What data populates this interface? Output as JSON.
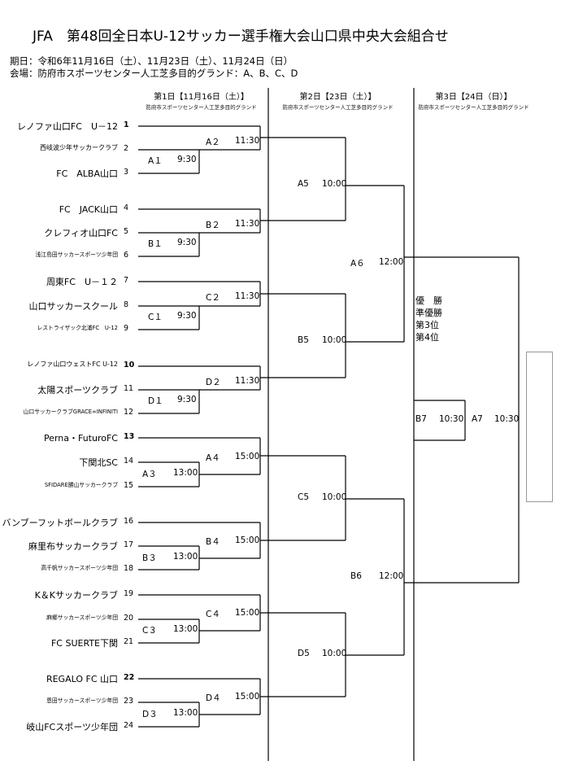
{
  "title": "JFA　第48回全日本U-12サッカー選手権大会山口県中央大会組合せ",
  "dates": "期日：令和6年11月16日（土）、11月23日（土）、11月24日（日）",
  "venue": "会場：防府市スポーツセンター人工芝多目的グランド：A、B、C、D",
  "rounds": [
    {
      "header": "第1日【11月16日（土）】",
      "sub": "防府市スポーツセンター人工芝多目的グランド"
    },
    {
      "header": "第2日【23日（土）】",
      "sub": "防府市スポーツセンター人工芝多目的グランド"
    },
    {
      "header": "第3日【24日（日）】",
      "sub": "防府市スポーツセンター人工芝多目的グランド"
    }
  ],
  "teams": [
    {
      "name": "レノファ山口FC　U－12",
      "num": "1",
      "seed": true
    },
    {
      "name": "西岐波少年サッカークラブ",
      "num": "2",
      "seed": false
    },
    {
      "name": "FC　ALBA山口",
      "num": "3",
      "seed": false
    },
    {
      "name": "FC　JACK山口",
      "num": "4",
      "seed": false
    },
    {
      "name": "クレフィオ山口FC",
      "num": "5",
      "seed": false
    },
    {
      "name": "浅江島田サッカースポーツ少年団",
      "num": "6",
      "seed": false
    },
    {
      "name": "周東FC　U－１２",
      "num": "7",
      "seed": false
    },
    {
      "name": "山口サッカースクール",
      "num": "8",
      "seed": false
    },
    {
      "name": "レストライザック北浦FC　U-12",
      "num": "9",
      "seed": false
    },
    {
      "name": "レノファ山口ウェストFC U-12",
      "num": "10",
      "seed": true
    },
    {
      "name": "太陽スポーツクラブ",
      "num": "11",
      "seed": false
    },
    {
      "name": "山口サッカークラブGRACE∞INFINITI",
      "num": "12",
      "seed": false
    },
    {
      "name": "Perna・FuturoFC",
      "num": "13",
      "seed": true
    },
    {
      "name": "下関北SC",
      "num": "14",
      "seed": false
    },
    {
      "name": "SFIDARE勝山サッカークラブ",
      "num": "15",
      "seed": false
    },
    {
      "name": "バンブーフットボールクラブ",
      "num": "16",
      "seed": false
    },
    {
      "name": "麻里布サッカークラブ",
      "num": "17",
      "seed": false
    },
    {
      "name": "高千帆サッカースポーツ少年団",
      "num": "18",
      "seed": false
    },
    {
      "name": "K＆Kサッカークラブ",
      "num": "19",
      "seed": false
    },
    {
      "name": "麻郷サッカースポーツ少年団",
      "num": "20",
      "seed": false
    },
    {
      "name": "FC SUERTE下関",
      "num": "21",
      "seed": false
    },
    {
      "name": "REGALO FC 山口",
      "num": "22",
      "seed": true
    },
    {
      "name": "恩田サッカースポーツ少年団",
      "num": "23",
      "seed": false
    },
    {
      "name": "岐山FCスポーツ少年団",
      "num": "24",
      "seed": false
    }
  ],
  "round1_matches": [
    {
      "id": "A１",
      "time": "9:30"
    },
    {
      "id": "A２",
      "time": "11:30"
    },
    {
      "id": "B１",
      "time": "9:30"
    },
    {
      "id": "B２",
      "time": "11:30"
    },
    {
      "id": "C１",
      "time": "9:30"
    },
    {
      "id": "C２",
      "time": "11:30"
    },
    {
      "id": "D１",
      "time": "9:30"
    },
    {
      "id": "D２",
      "time": "11:30"
    },
    {
      "id": "A３",
      "time": "13:00"
    },
    {
      "id": "A４",
      "time": "15:00"
    },
    {
      "id": "B３",
      "time": "13:00"
    },
    {
      "id": "B４",
      "time": "15:00"
    },
    {
      "id": "C３",
      "time": "13:00"
    },
    {
      "id": "C４",
      "time": "15:00"
    },
    {
      "id": "D３",
      "time": "13:00"
    },
    {
      "id": "D４",
      "time": "15:00"
    }
  ],
  "round2_matches": [
    {
      "id": "A5",
      "time": "10:00"
    },
    {
      "id": "B5",
      "time": "10:00"
    },
    {
      "id": "C5",
      "time": "10:00"
    },
    {
      "id": "D5",
      "time": "10:00"
    },
    {
      "id": "A６",
      "time": "12:00"
    },
    {
      "id": "B6",
      "time": "12:00"
    }
  ],
  "round3_matches": [
    {
      "id": "B7",
      "time": "10:30"
    },
    {
      "id": "A7",
      "time": "10:30"
    }
  ],
  "results": [
    "優　勝",
    "準優勝",
    "第3位",
    "第4位"
  ]
}
